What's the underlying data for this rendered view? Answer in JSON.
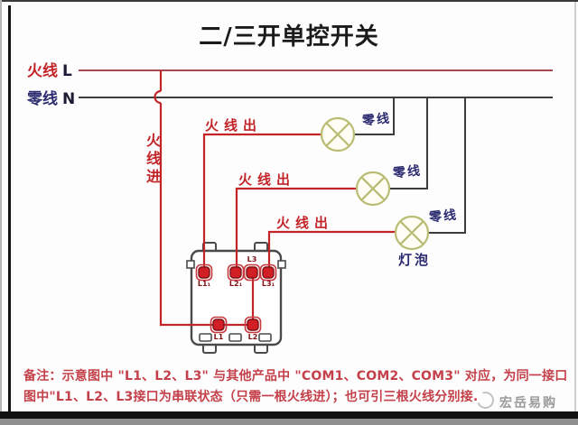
{
  "title": "二/三开单控开关",
  "bus": {
    "live_cn": "火线",
    "live_letter": "L",
    "neutral_cn": "零线",
    "neutral_letter": "N"
  },
  "labels": {
    "live_in": "火线进",
    "live_out": "火线出",
    "neutral": "零线",
    "bulb": "灯泡"
  },
  "switch_box": {
    "top_terminal_labels": [
      "L1₁",
      "L2₁",
      "L3₁"
    ],
    "mid_terminal_label": "L3",
    "bottom_terminal_labels": [
      "L1",
      "L2"
    ]
  },
  "note": {
    "line1": "备注：示意图中 \"L1、L2、L3\" 与其他产品中 \"COM1、COM2、COM3\" 对应，为同一接口",
    "line2": "图中\"L1、L2、L3接口为串联状态（只需一根火线进）；也可引三根火线分别接."
  },
  "watermark": "宏岳易购",
  "colors": {
    "live_wire": "#c22428",
    "live_bus": "#a5494d",
    "neutral_wire": "#3c3c3c",
    "lamp_stroke": "#b9bc72",
    "label_navy": "#2b2b70",
    "note_red": "#c4404a",
    "terminal_red": "#d21f26",
    "terminal_ring": "#c8393f"
  }
}
